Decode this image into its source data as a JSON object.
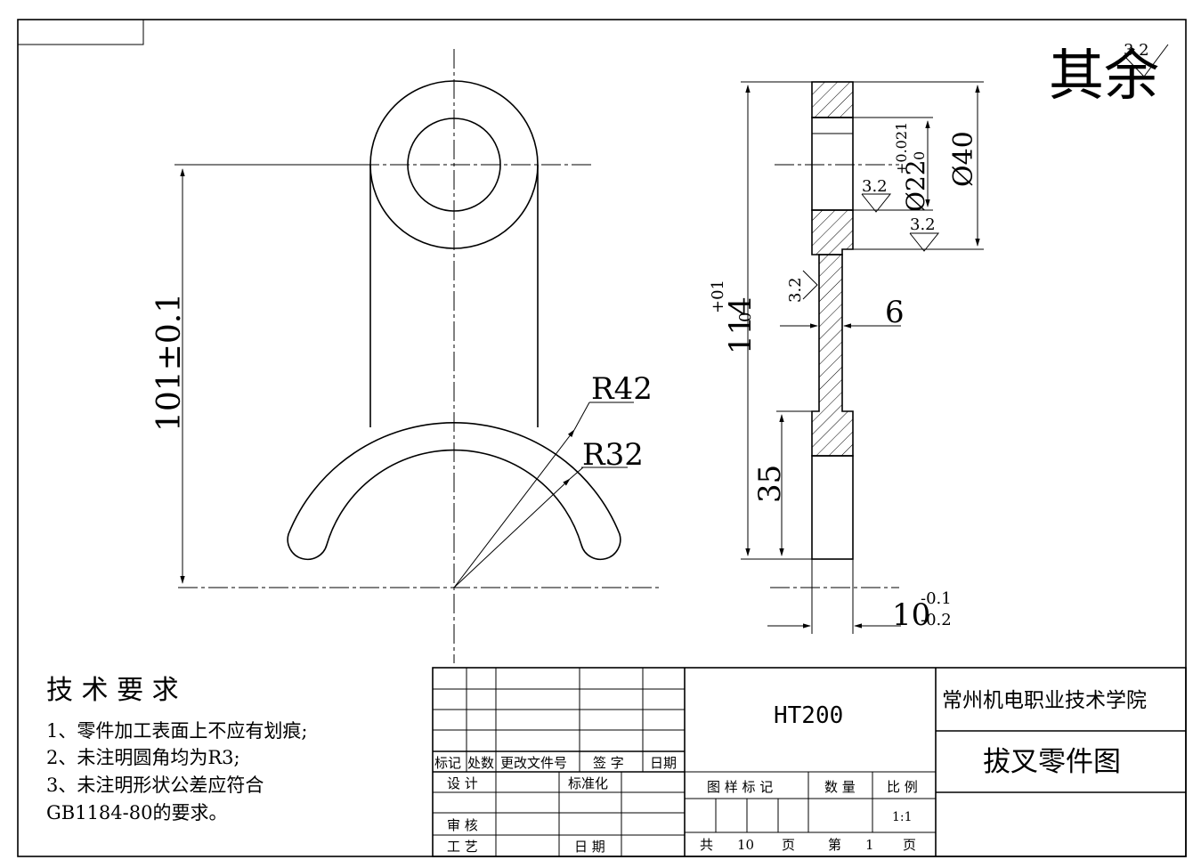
{
  "surface_finish_note": {
    "prefix": "其余",
    "roughness": "3.2"
  },
  "front_view": {
    "dim_center_distance": "101±0.1",
    "radius_outer": "R42",
    "radius_inner": "R32"
  },
  "side_view": {
    "dim_total_height_main": "114",
    "dim_total_height_upper_tol": "+01",
    "dim_total_height_lower_tol": "0",
    "dim_bore_main": "Ø22",
    "dim_bore_upper_tol": "+0.021",
    "dim_bore_lower_tol": "0",
    "dim_boss": "Ø40",
    "dim_web": "6",
    "dim_fork_height": "35",
    "dim_thickness_main": "10",
    "dim_thickness_upper_tol": "-0.1",
    "dim_thickness_lower_tol": "-0.2",
    "roughness_1": "3.2",
    "roughness_2": "3.2",
    "roughness_3": "3.2"
  },
  "technical_requirements": {
    "heading": "技 术 要 求",
    "items": [
      "1、零件加工表面上不应有划痕;",
      "2、未注明圆角均为R3;",
      "3、未注明形状公差应符合",
      "GB1184-80的要求。"
    ]
  },
  "title_block": {
    "material": "HT200",
    "school": "常州机电职业技术学院",
    "drawing_name": "拔叉零件图",
    "rev_headers": [
      "标记",
      "处数",
      "更改文件号",
      "签 字",
      "日期"
    ],
    "design": "设 计",
    "standardize": "标准化",
    "review": "审 核",
    "process": "工 艺",
    "date": "日 期",
    "pattern_mark": "图 样 标 记",
    "quantity": "数 量",
    "scale_label": "比 例",
    "scale_value": "1:1",
    "total_label": "共",
    "total_value": "10",
    "page_unit_1": "页",
    "sheet_label": "第",
    "sheet_value": "1",
    "page_unit_2": "页"
  }
}
